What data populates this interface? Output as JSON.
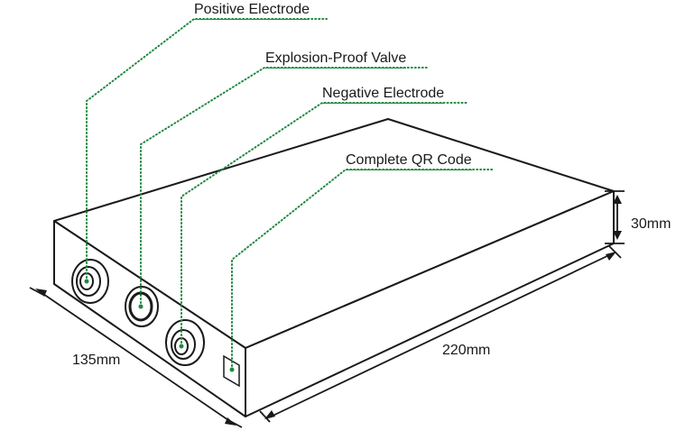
{
  "labels": {
    "positive_electrode": "Positive Electrode",
    "explosion_proof_valve": "Explosion-Proof Valve",
    "negative_electrode": "Negative Electrode",
    "qr_code": "Complete QR Code"
  },
  "dimensions": {
    "height": "30mm",
    "length": "220mm",
    "width": "135mm"
  },
  "colors": {
    "outline": "#1a1a1a",
    "leader": "#1e8a3e",
    "background": "#ffffff"
  }
}
